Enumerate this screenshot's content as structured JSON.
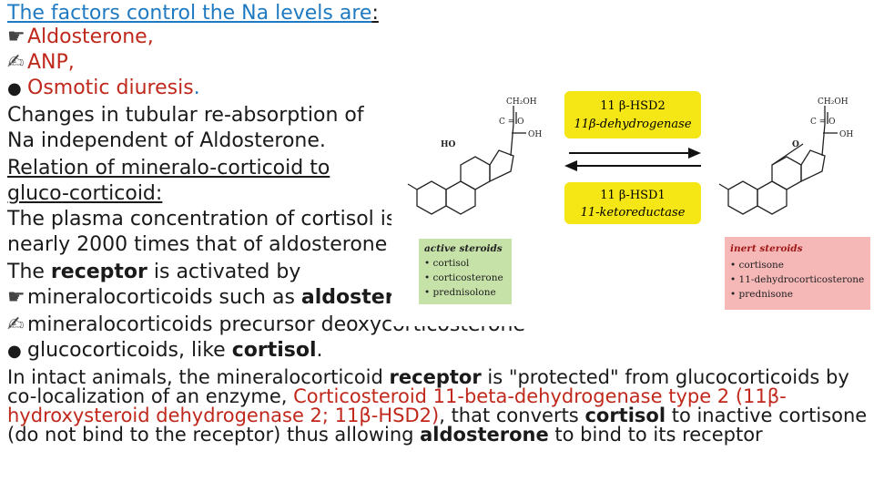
{
  "heading": {
    "text": "The factors control the Na levels are",
    "colon": ":"
  },
  "factors": [
    {
      "bullet": "☛",
      "text": "Aldosterone,"
    },
    {
      "bullet": "✍",
      "text": "ANP,"
    },
    {
      "bullet": "●",
      "text": "Osmotic diuresis",
      "period": "."
    }
  ],
  "line_changes_1": "Changes in tubular re-absorption of",
  "line_changes_2": "Na independent of Aldosterone.",
  "relation_1": "Relation of mineralo-corticoid to",
  "relation_2": "gluco-corticoid:",
  "plasma_1": "The plasma concentration of cortisol is",
  "plasma_2": "nearly 2000 times that of aldosterone",
  "receptor_line": {
    "pre": "The ",
    "bold": "receptor",
    "post": " is activated by"
  },
  "activators": [
    {
      "bullet": "☛",
      "pre": "mineralocorticoids such as ",
      "bold": "aldosterone",
      "post": ""
    },
    {
      "bullet": "✍",
      "pre": "mineralocorticoids precursor deoxycorticosterone",
      "bold": "",
      "post": ""
    },
    {
      "bullet": "●",
      "pre": "glucocorticoids, like ",
      "bold": "cortisol",
      "post": "."
    }
  ],
  "paragraph": {
    "p1": "In intact animals, the mineralocorticoid ",
    "b1": "receptor",
    "p2": " is \"protected\" from glucocorticoids by co-localization of an enzyme, ",
    "red": "Corticosteroid 11-beta-dehydrogenase type 2 (11β-hydroxysteroid dehydrogenase 2; 11β-HSD2)",
    "p3": ", that converts ",
    "b2": "cortisol",
    "p4": " to inactive cortisone (do not bind to the receptor) thus allowing ",
    "b3": "aldosterone",
    "p5": " to bind to its receptor"
  },
  "figure": {
    "enzyme_top": {
      "name": "11 β-HSD2",
      "desc": "11β-dehydrogenase"
    },
    "enzyme_bottom": {
      "name": "11 β-HSD1",
      "desc": "11-ketoreductase"
    },
    "left_groups": {
      "ch2oh": "CH₂OH",
      "co": "C = O",
      "oh": "OH",
      "ho": "HO"
    },
    "right_groups": {
      "ch2oh": "CH₂OH",
      "co": "C = O",
      "oh": "OH",
      "o": "O"
    },
    "active": {
      "title": "active steroids",
      "items": [
        "• cortisol",
        "• corticosterone",
        "• prednisolone"
      ]
    },
    "inert": {
      "title": "inert steroids",
      "items": [
        "• cortisone",
        "• 11-dehydrocorticosterone",
        "• prednisone"
      ]
    },
    "colors": {
      "yellow": "#f5e616",
      "green": "#c6e2a9",
      "pink": "#f6b7b7",
      "enzyme_text": "#1a1a1a"
    }
  }
}
